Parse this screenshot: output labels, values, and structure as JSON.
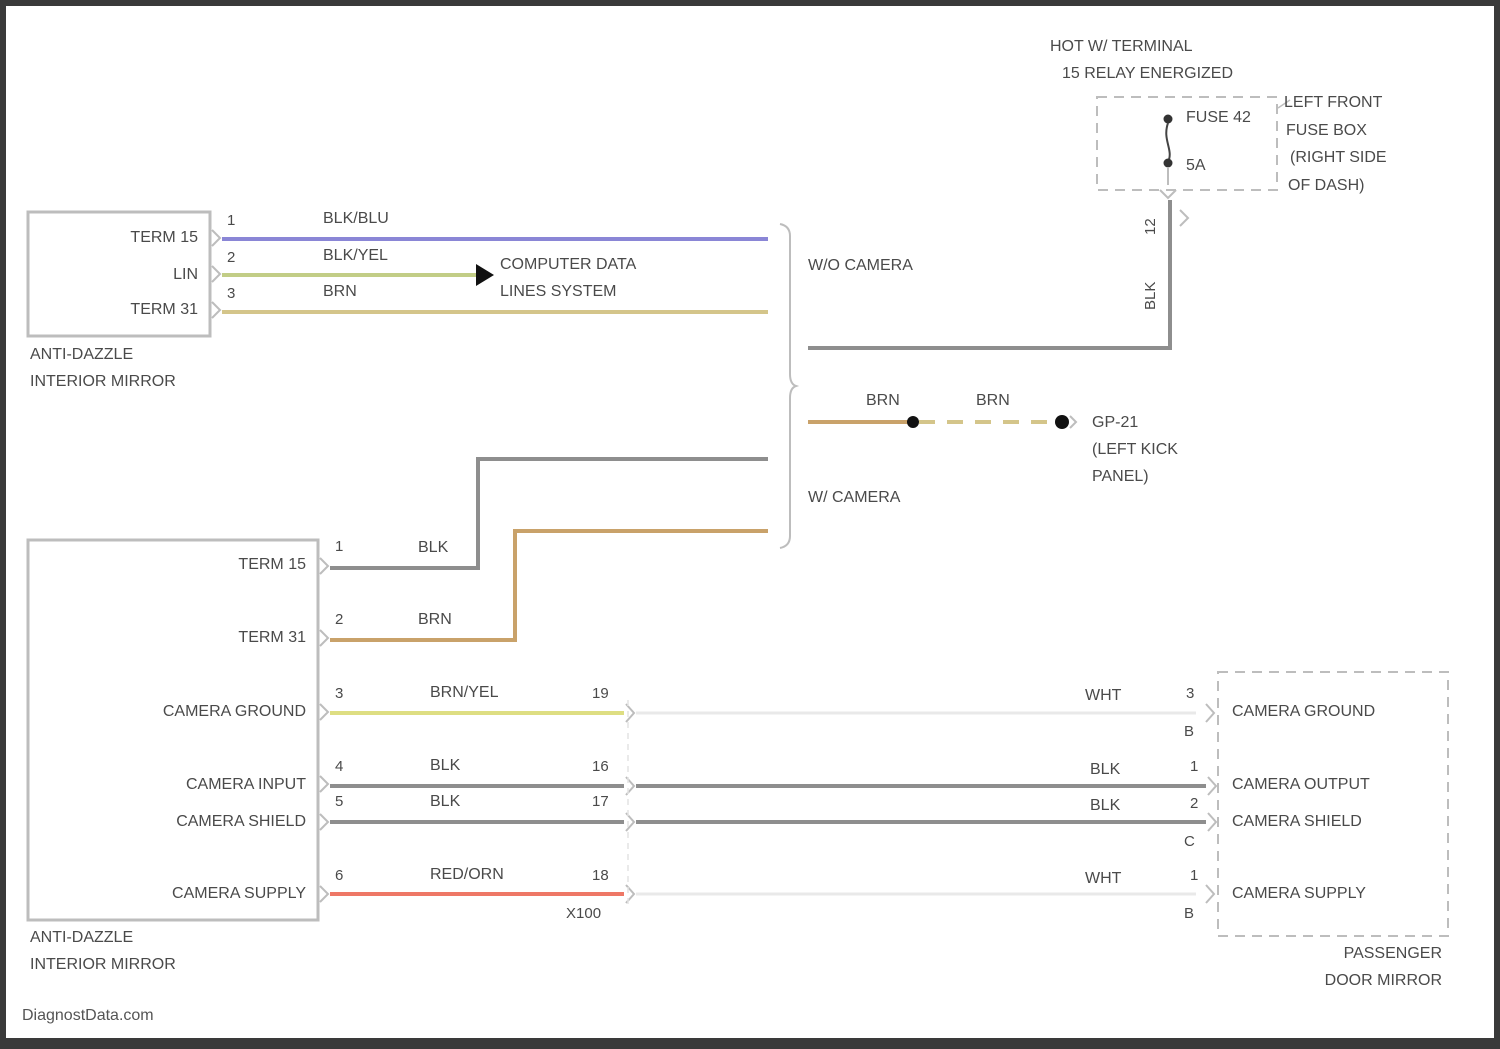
{
  "colors": {
    "blu": "#8a86d6",
    "grn": "#c2cd86",
    "brn": "#d4c58a",
    "brn2": "#c9a26a",
    "brnyel": "#dede82",
    "blk": "#8e8e8e",
    "red": "#ee7766",
    "wht": "#e9e9e9",
    "box": "#bdbdbd"
  },
  "power": {
    "line1": "HOT W/ TERMINAL",
    "line2": "15 RELAY ENERGIZED",
    "fuse_name": "FUSE 42",
    "fuse_rating": "5A",
    "fusebox_l1": "LEFT FRONT",
    "fusebox_l2": "FUSE BOX",
    "fusebox_l3": "(RIGHT SIDE",
    "fusebox_l4": "OF DASH)",
    "pin": "12",
    "wire": "BLK"
  },
  "mirror_top": {
    "pins": [
      {
        "label": "TERM 15",
        "num": "1",
        "wire": "BLK/BLU"
      },
      {
        "label": "LIN",
        "num": "2",
        "wire": "BLK/YEL"
      },
      {
        "label": "TERM 31",
        "num": "3",
        "wire": "BRN"
      }
    ],
    "name_l1": "ANTI-DAZZLE",
    "name_l2": "INTERIOR MIRROR",
    "computer_l1": "COMPUTER DATA",
    "computer_l2": "LINES SYSTEM",
    "variant": "W/O CAMERA"
  },
  "ground": {
    "wire1": "BRN",
    "wire2": "BRN",
    "gp_l1": "GP-21",
    "gp_l2": "(LEFT KICK",
    "gp_l3": "PANEL)"
  },
  "mirror_bottom": {
    "variant": "W/ CAMERA",
    "pins": [
      {
        "label": "TERM 15",
        "num": "1",
        "wire": "BLK"
      },
      {
        "label": "TERM 31",
        "num": "2",
        "wire": "BRN"
      },
      {
        "label": "CAMERA GROUND",
        "num": "3",
        "wire": "BRN/YEL",
        "cnum": "19"
      },
      {
        "label": "CAMERA INPUT",
        "num": "4",
        "wire": "BLK",
        "cnum": "16"
      },
      {
        "label": "CAMERA SHIELD",
        "num": "5",
        "wire": "BLK",
        "cnum": "17"
      },
      {
        "label": "CAMERA SUPPLY",
        "num": "6",
        "wire": "RED/ORN",
        "cnum": "18"
      }
    ],
    "connector": "X100",
    "name_l1": "ANTI-DAZZLE",
    "name_l2": "INTERIOR MIRROR"
  },
  "door_mirror": {
    "pins": [
      {
        "label": "CAMERA GROUND",
        "wire": "WHT",
        "num": "3",
        "conn": "B"
      },
      {
        "label": "CAMERA OUTPUT",
        "wire": "BLK",
        "num": "1",
        "conn": ""
      },
      {
        "label": "CAMERA SHIELD",
        "wire": "BLK",
        "num": "2",
        "conn": "C"
      },
      {
        "label": "CAMERA SUPPLY",
        "wire": "WHT",
        "num": "1",
        "conn": "B"
      }
    ],
    "name_l1": "PASSENGER",
    "name_l2": "DOOR MIRROR"
  },
  "footer": "DiagnostData.com"
}
